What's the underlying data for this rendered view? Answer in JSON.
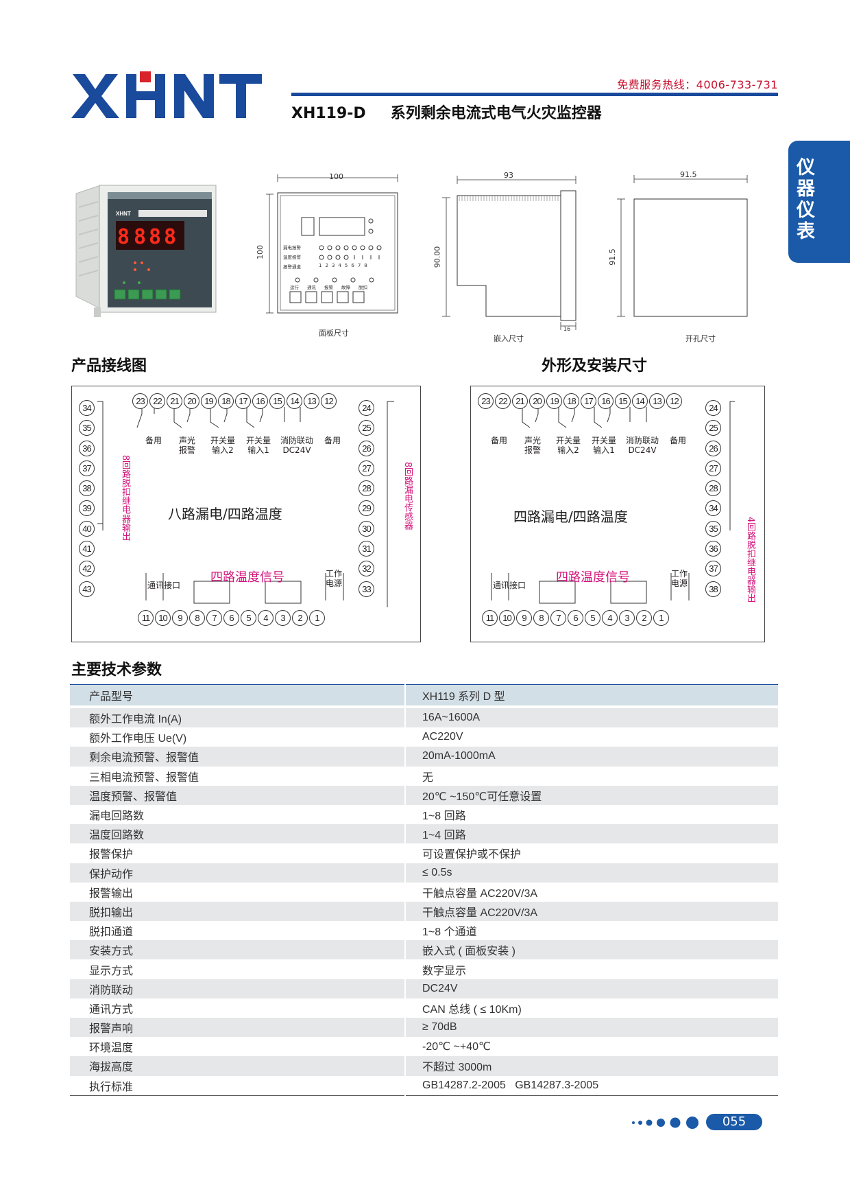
{
  "header": {
    "brand": "XHNT",
    "hotline": "免费服务热线：4006-733-731",
    "model": "XH119-D",
    "title": "系列剩余电流式电气火灾监控器"
  },
  "side_tab": {
    "chars": [
      "仪",
      "器",
      "仪",
      "表"
    ]
  },
  "drawings": {
    "panel_caption": "面板尺寸",
    "embed_caption": "嵌入尺寸",
    "cutout_caption": "开孔尺寸",
    "dim_panel_w": "100",
    "dim_panel_h": "100",
    "dim_embed_w": "93",
    "dim_embed_h": "90.00",
    "dim_embed_d": "16",
    "dim_cut_w": "91.5",
    "dim_cut_h": "91.5",
    "panel_rows": [
      "漏电报警",
      "温度报警",
      "报警通道"
    ],
    "panel_channels": [
      "1",
      "2",
      "3",
      "4",
      "5",
      "6",
      "7",
      "8"
    ],
    "panel_leds": [
      "运行",
      "通讯",
      "报警",
      "故障",
      "脱扣"
    ]
  },
  "sections": {
    "wiring": "产品接线图",
    "dimensions": "外形及安装尺寸",
    "params": "主要技术参数"
  },
  "wiring": {
    "top_terms": [
      "23",
      "22",
      "21",
      "20",
      "19",
      "18",
      "17",
      "16",
      "15",
      "14",
      "13",
      "12"
    ],
    "top_labels": [
      "备用",
      "声光\n报警",
      "开关量\n输入2",
      "开关量\n输入1",
      "消防联动\nDC24V",
      "备用"
    ],
    "bottom_terms": [
      "11",
      "10",
      "9",
      "8",
      "7",
      "6",
      "5",
      "4",
      "3",
      "2",
      "1"
    ],
    "comm_label": "通讯接口",
    "power_label": "工作\n电源",
    "temp_signal": "四路温度信号",
    "left": {
      "title": "八路漏电/四路温度",
      "relay_label": "8回路脱扣继电器输出",
      "sensor_label": "8回路漏电传感器",
      "left_terms": [
        "34",
        "35",
        "36",
        "37",
        "38",
        "39",
        "40",
        "41",
        "42",
        "43"
      ],
      "right_terms": [
        "24",
        "25",
        "26",
        "27",
        "28",
        "29",
        "30",
        "31",
        "32",
        "33"
      ]
    },
    "right": {
      "title": "四路漏电/四路温度",
      "relay_label": "4回路脱扣继电器输出",
      "right_terms": [
        "24",
        "25",
        "26",
        "27",
        "28",
        "34",
        "35",
        "36",
        "37",
        "38"
      ]
    }
  },
  "params": {
    "header": [
      "产品型号",
      "XH119 系列 D 型"
    ],
    "rows": [
      [
        "额外工作电流 In(A)",
        "16A~1600A"
      ],
      [
        "额外工作电压 Ue(V)",
        "AC220V"
      ],
      [
        "剩余电流预警、报警值",
        "20mA-1000mA"
      ],
      [
        "三相电流预警、报警值",
        "无"
      ],
      [
        "温度预警、报警值",
        "20℃ ~150℃可任意设置"
      ],
      [
        "漏电回路数",
        "1~8 回路"
      ],
      [
        "温度回路数",
        "1~4 回路"
      ],
      [
        "报警保护",
        "可设置保护或不保护"
      ],
      [
        "保护动作",
        "≤ 0.5s"
      ],
      [
        "报警输出",
        "干触点容量 AC220V/3A"
      ],
      [
        "脱扣输出",
        "干触点容量 AC220V/3A"
      ],
      [
        "脱扣通道",
        "1~8 个通道"
      ],
      [
        "安装方式",
        "嵌入式 ( 面板安装 )"
      ],
      [
        "显示方式",
        "数字显示"
      ],
      [
        "消防联动",
        "DC24V"
      ],
      [
        "通讯方式",
        "CAN 总线 ( ≤ 10Km)"
      ],
      [
        "报警声响",
        "≥ 70dB"
      ],
      [
        "环境温度",
        "-20℃ ~+40℃"
      ],
      [
        "海拔高度",
        "不超过 3000m"
      ],
      [
        "执行标准",
        "GB14287.2-2005   GB14287.3-2005"
      ]
    ]
  },
  "page_number": "055",
  "colors": {
    "brand_blue": "#1a4a9c",
    "accent_red": "#c8102e",
    "magenta": "#d4147c"
  }
}
